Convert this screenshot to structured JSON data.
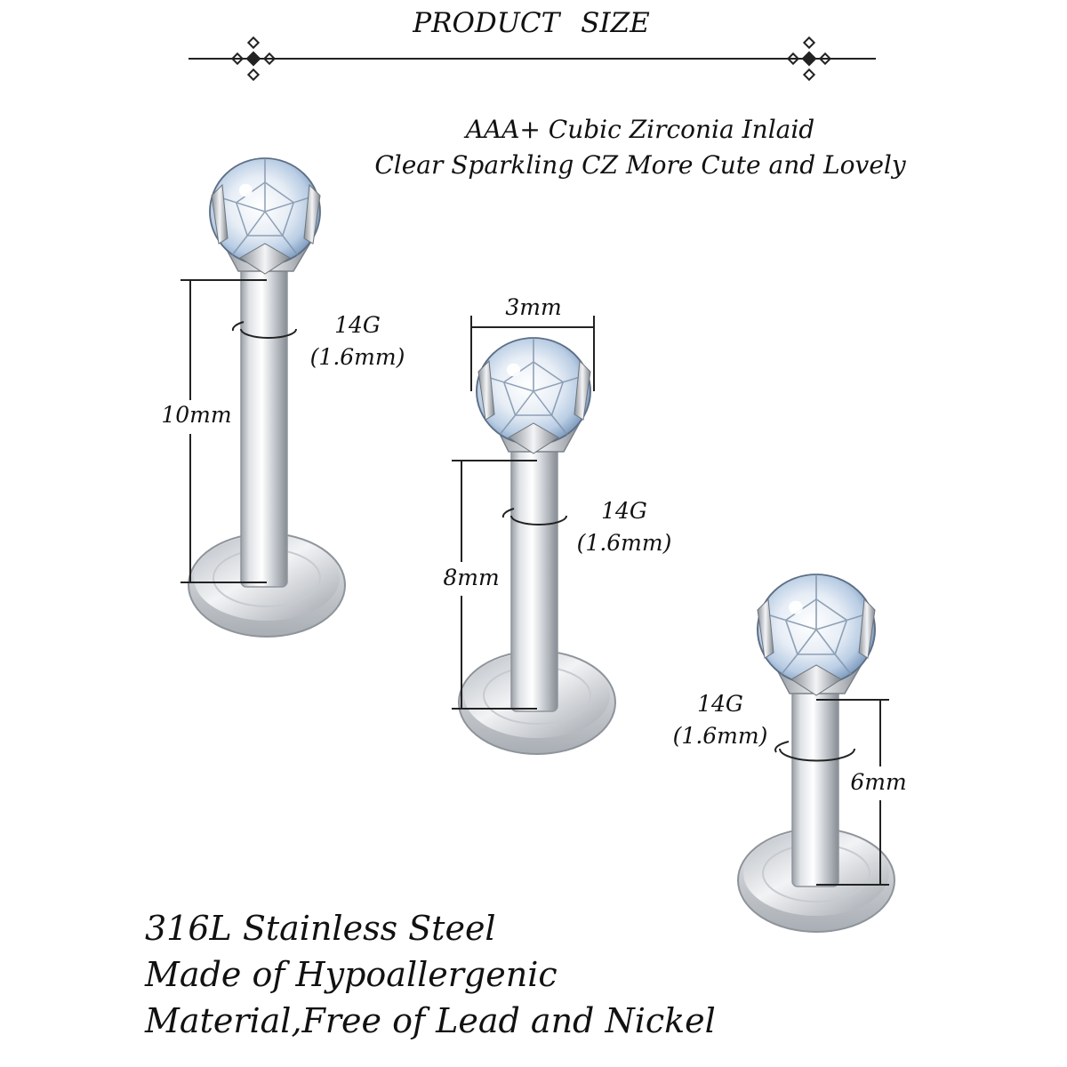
{
  "header": {
    "title": "PRODUCT SIZE"
  },
  "headline": {
    "line1": "AAA+ Cubic Zirconia Inlaid",
    "line2": "Clear Sparkling CZ More Cute and Lovely"
  },
  "products": [
    {
      "length_label": "10mm",
      "gauge_label": "14G",
      "gauge_mm_label": "(1.6mm)"
    },
    {
      "length_label": "8mm",
      "width_label": "3mm",
      "gauge_label": "14G",
      "gauge_mm_label": "(1.6mm)"
    },
    {
      "length_label": "6mm",
      "gauge_label": "14G",
      "gauge_mm_label": "(1.6mm)"
    }
  ],
  "material": {
    "line1": "316L Stainless Steel",
    "line2": "Made of Hypoallergenic",
    "line3": "Material,Free of Lead and Nickel"
  },
  "colors": {
    "text": "#111111",
    "steel_light": "#f4f5f7",
    "steel_dark": "#8d9299",
    "gem_blue": "#7fa6cf"
  }
}
